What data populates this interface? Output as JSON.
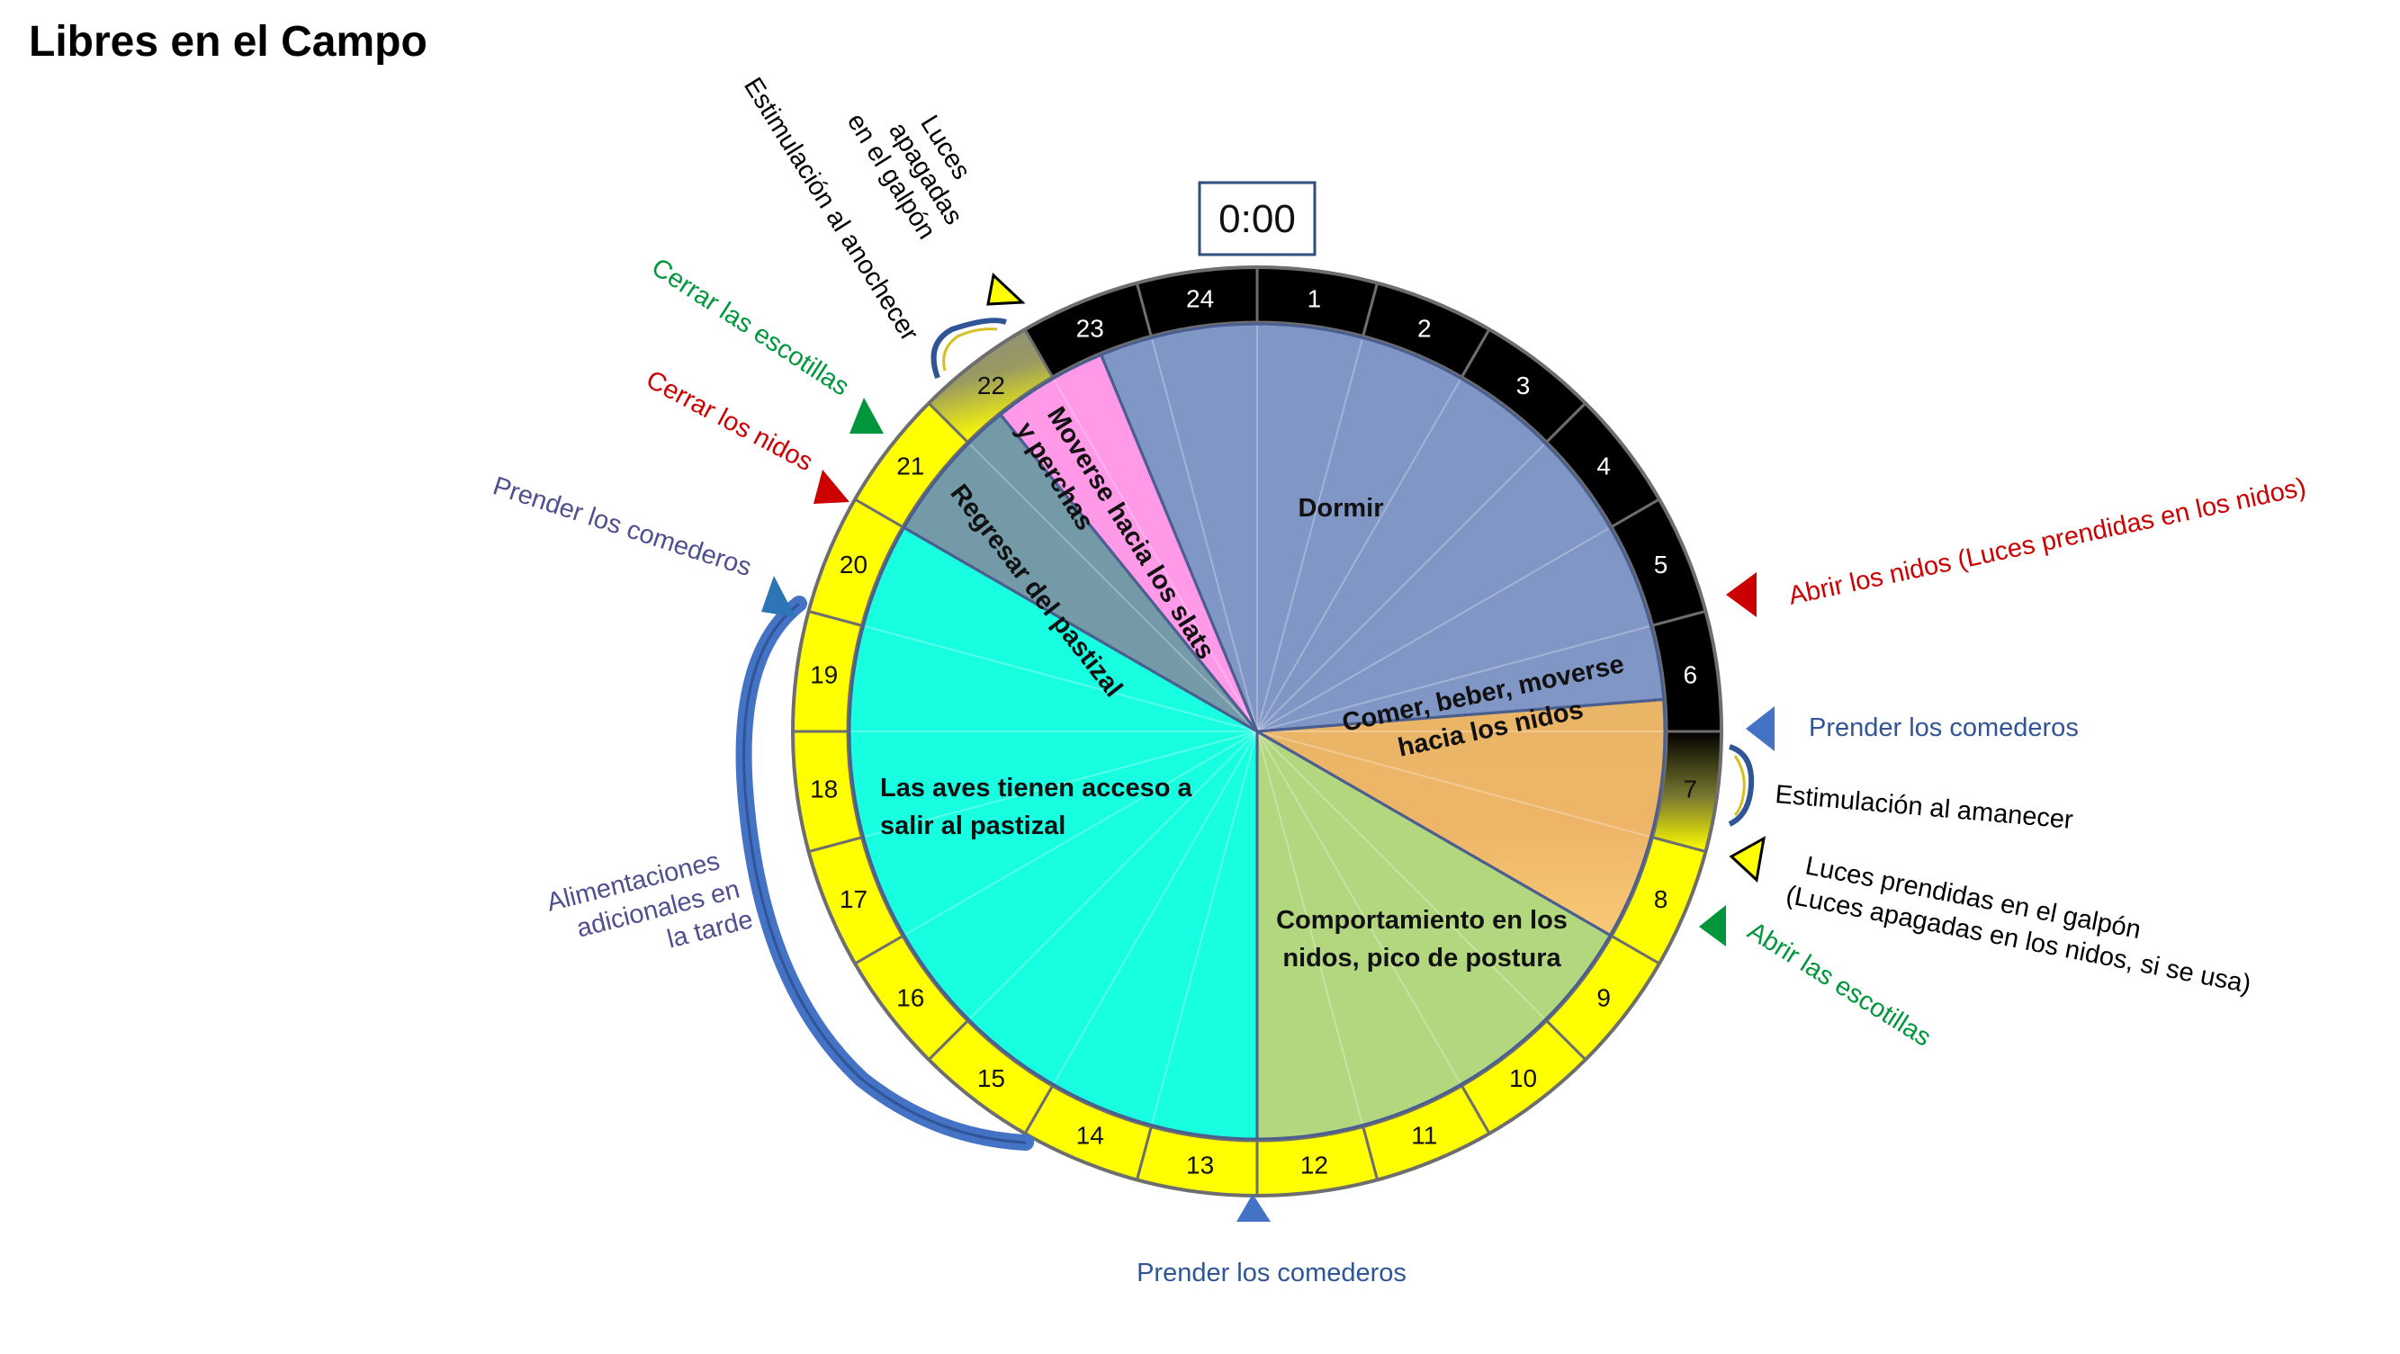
{
  "title": "Libres en el Campo",
  "clock_label": "0:00",
  "colors": {
    "dark": "#000000",
    "light": "#ffff00",
    "dusk": "#8a8a85",
    "red": "#cc0000",
    "green": "#00963c",
    "blue": "#4472c4",
    "blue_text": "#2f5597",
    "purple_text": "#4f4f8f",
    "outline": "#4a5e8f"
  },
  "hours": [
    {
      "label": "1",
      "phase": "dark"
    },
    {
      "label": "2",
      "phase": "dark"
    },
    {
      "label": "3",
      "phase": "dark"
    },
    {
      "label": "4",
      "phase": "dark"
    },
    {
      "label": "5",
      "phase": "dark"
    },
    {
      "label": "6",
      "phase": "dark"
    },
    {
      "label": "7",
      "phase": "dawn"
    },
    {
      "label": "8",
      "phase": "light"
    },
    {
      "label": "9",
      "phase": "light"
    },
    {
      "label": "10",
      "phase": "light"
    },
    {
      "label": "11",
      "phase": "light"
    },
    {
      "label": "12",
      "phase": "light"
    },
    {
      "label": "13",
      "phase": "light"
    },
    {
      "label": "14",
      "phase": "light"
    },
    {
      "label": "15",
      "phase": "light"
    },
    {
      "label": "16",
      "phase": "light"
    },
    {
      "label": "17",
      "phase": "light"
    },
    {
      "label": "18",
      "phase": "light"
    },
    {
      "label": "19",
      "phase": "light"
    },
    {
      "label": "20",
      "phase": "light"
    },
    {
      "label": "21",
      "phase": "light"
    },
    {
      "label": "22",
      "phase": "dusk"
    },
    {
      "label": "23",
      "phase": "dark"
    },
    {
      "label": "24",
      "phase": "dark"
    }
  ],
  "activities": [
    {
      "id": "dormir",
      "lines": [
        "Dormir"
      ],
      "start_hour": 22.5,
      "end_hour": 5.7,
      "color": "#8096c4"
    },
    {
      "id": "comer",
      "lines": [
        "Comer, beber, moverse",
        "hacia los nidos"
      ],
      "start_hour": 5.7,
      "end_hour": 8.0,
      "color": "#eab565"
    },
    {
      "id": "nidos",
      "lines": [
        "Comportamiento en los",
        "nidos, pico de postura"
      ],
      "start_hour": 8.0,
      "end_hour": 12.0,
      "color": "#b3d77f"
    },
    {
      "id": "pastizal",
      "lines": [
        "Las aves tienen acceso a",
        "salir al pastizal"
      ],
      "start_hour": 12.0,
      "end_hour": 20.0,
      "color": "#17ffe0"
    },
    {
      "id": "regresar",
      "lines": [
        "Regresar del pastizal"
      ],
      "start_hour": 20.0,
      "end_hour": 21.4,
      "color": "#749aa8"
    },
    {
      "id": "perchas",
      "lines": [
        "Moverse hacia los slats",
        "y perchas"
      ],
      "start_hour": 21.4,
      "end_hour": 22.5,
      "color": "#ff99e8"
    }
  ],
  "annotations": {
    "abrir_nidos": "Abrir los nidos (Luces prendidas en los nidos)",
    "prender_comederos_right": "Prender los comederos",
    "estimulacion_amanecer": "Estimulación al amanecer",
    "luces_prendidas": [
      "Luces prendidas en el galpón",
      "(Luces apagadas en los nidos, si se usa)"
    ],
    "abrir_escotillas": "Abrir las escotillas",
    "prender_comederos_bottom": "Prender los comederos",
    "alimentaciones": [
      "Alimentaciones",
      "adicionales en",
      "la tarde"
    ],
    "prender_comederos_left": "Prender los comederos",
    "cerrar_nidos": "Cerrar los nidos",
    "cerrar_escotillas": "Cerrar las escotillas",
    "estimulacion_anochecer": "Estimulación al anochecer",
    "luces_apagadas": [
      "Luces",
      "apagadas",
      "en el galpón"
    ]
  }
}
